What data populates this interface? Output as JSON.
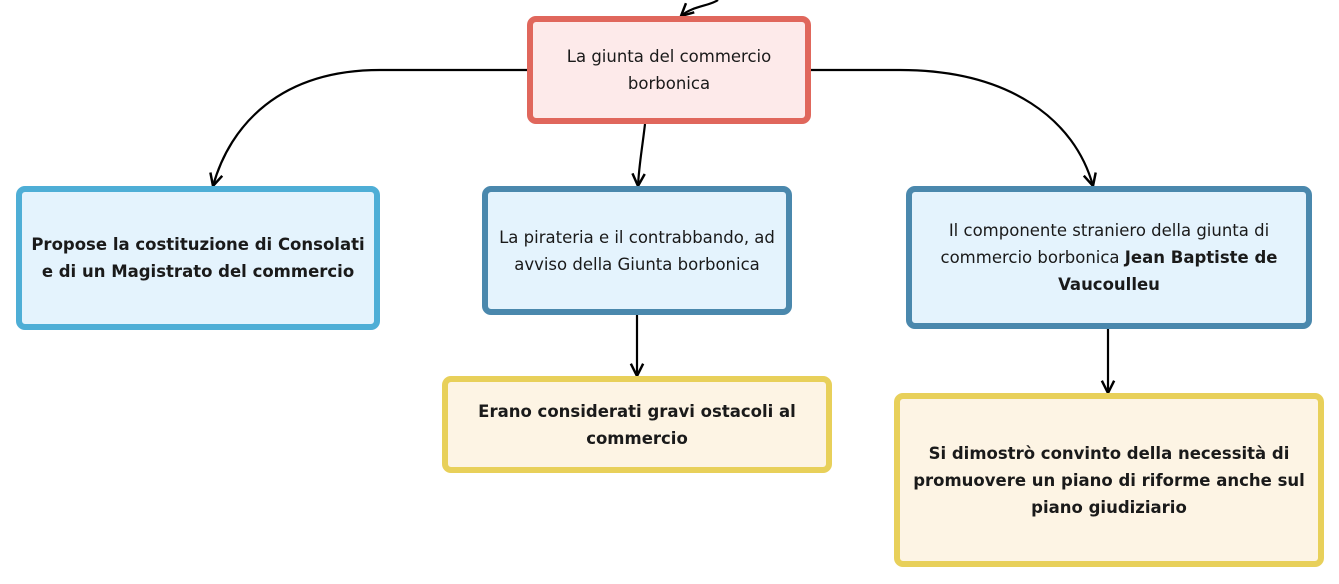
{
  "nodes": {
    "root": {
      "text": "La giunta del commercio borbonica"
    },
    "left": {
      "text": "Propose la costituzione di Consolati e di un Magistrato del commercio"
    },
    "middle": {
      "text": "La pirateria e il contrabbando, ad avviso della Giunta borbonica"
    },
    "right": {
      "text_prefix": "Il componente straniero della giunta di commercio borbonica",
      "text_bold": "Jean Baptiste de Vaucoulleu"
    },
    "middle_child": {
      "text": "Erano considerati gravi ostacoli al commercio"
    },
    "right_child": {
      "text": "Si dimostrò convinto della necessità di promuovere un piano di riforme anche sul piano giudiziario"
    }
  },
  "colors": {
    "root_border": "#e0675c",
    "root_fill": "#fdeaea",
    "left_border": "#4eaed6",
    "blue_border": "#4a88ad",
    "blue_fill": "#e4f3fd",
    "yellow_border": "#e8d05a",
    "yellow_fill": "#fdf4e4",
    "connector": "#000000"
  }
}
